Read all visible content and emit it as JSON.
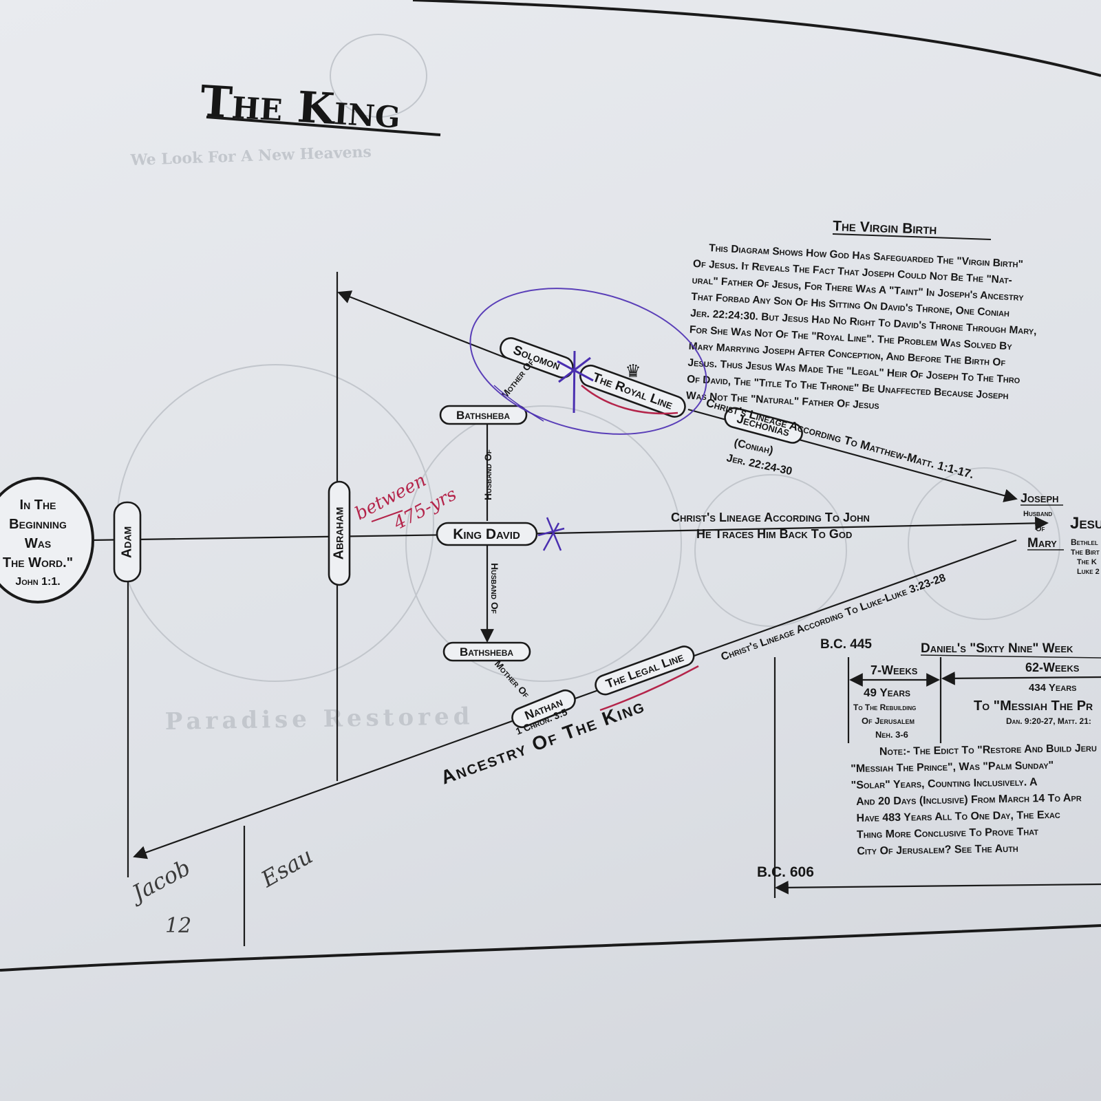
{
  "title": "The King",
  "origin": {
    "lines": [
      "In The",
      "Beginning",
      "Was",
      "The Word.\"",
      "John 1:1."
    ]
  },
  "persons": {
    "adam": "Adam",
    "abraham": "Abraham",
    "solomon": "Solomon",
    "bathsheba_upper": "Bathsheba",
    "bathsheba_lower": "Bathsheba",
    "king_david": "King David",
    "jechonias": "Jechonias",
    "coniah": "(Coniah)",
    "jechonias_ref": "Jer. 22:24-30",
    "nathan": "Nathan",
    "nathan_ref": "1 Chron. 3:5",
    "joseph": "Joseph",
    "husband_of_small": "Husband",
    "of_small": "Of",
    "mary": "Mary",
    "jesus": "Jesu",
    "jesus_note_lines": [
      "Bethlel",
      "The Birt",
      "The K",
      "Luke 2"
    ]
  },
  "relations": {
    "mother_of_upper": "Mother Of",
    "husband_of_upper": "Husband Of",
    "husband_of_lower": "Husband Of",
    "mother_of_lower": "Mother Of"
  },
  "lines": {
    "royal_line": "The Royal Line",
    "legal_line": "The Legal Line",
    "matthew": "Christ's Lineage According To Matthew-Matt. 1:1-17.",
    "john_1": "Christ's Lineage According To John",
    "john_2": "He Traces Him Back To God",
    "luke": "Christ's Lineage According To Luke-Luke 3:23-28",
    "ancestry": "Ancestry Of The King"
  },
  "virgin_birth": {
    "heading": "The Virgin Birth",
    "lines": [
      "This Diagram Shows How God Has Safeguarded The \"Virgin Birth\"",
      "Of Jesus. It Reveals The Fact That Joseph Could Not Be The \"Nat-",
      "ural\" Father Of Jesus, For There Was A \"Taint\" In Joseph's Ancestry",
      "That Forbad Any Son Of His Sitting On David's Throne, One Coniah",
      "Jer. 22:24:30. But Jesus Had No Right To David's Throne Through Mary,",
      "For She Was Not Of The \"Royal Line\". The Problem Was Solved By",
      "Mary Marrying Joseph After Conception, And Before The Birth Of",
      "Jesus. Thus Jesus Was Made The \"Legal\" Heir Of Joseph To The Thro",
      "Of David, The \"Title To The Throne\" Be Unaffected Because Joseph",
      "Was Not The \"Natural\" Father Of Jesus"
    ]
  },
  "daniel": {
    "bc_445": "B.C. 445",
    "bc_606": "B.C. 606",
    "heading": "Daniel's \"Sixty Nine\" Week",
    "seven_weeks": "7-Weeks",
    "sixty_two_weeks": "62-Weeks",
    "years_49": "49 Years",
    "rebuild_lines": [
      "To The Rebuilding",
      "Of Jerusalem",
      "Neh. 3-6"
    ],
    "years_434": "434 Years",
    "messiah": "To \"Messiah The Pr",
    "messiah_ref": "Dan. 9:20-27, Matt. 21:",
    "note_lines": [
      "Note:- The Edict To \"Restore And Build Jeru",
      "\"Messiah The Prince\", Was \"Palm Sunday\" ",
      "\"Solar\" Years, Counting Inclusively.  A",
      "And 20 Days (Inclusive) From March 14 To Apr",
      "Have 483 Years All To One Day, The Exac",
      "Thing More Conclusive To Prove That",
      "City Of Jerusalem?    See The Auth"
    ]
  },
  "handwritten": {
    "between_1": "between",
    "between_2": "475-yrs",
    "jacob": "Jacob",
    "jacob_num": "12",
    "esau": "Esau"
  },
  "colors": {
    "ink": "#1a1a1a",
    "purple_pen": "#5a3fb8",
    "red_pen": "#b4244a",
    "paper": "#e6e8ec"
  }
}
